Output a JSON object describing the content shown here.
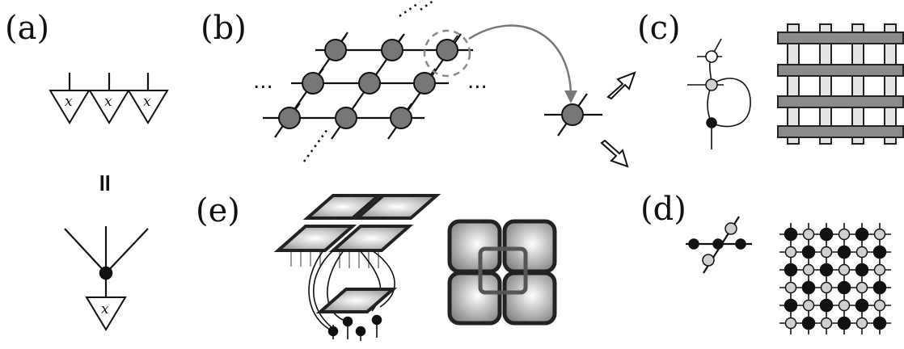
{
  "panels": {
    "a": {
      "label": "(a)",
      "tensor_symbol": "x",
      "equals": "="
    },
    "b": {
      "label": "(b)",
      "ellipsis_left": "...",
      "ellipsis_right": "..."
    },
    "c": {
      "label": "(c)"
    },
    "d": {
      "label": "(d)"
    },
    "e": {
      "label": "(e)"
    }
  },
  "colors": {
    "ink": "#111111",
    "gray_node": "#777777",
    "light_node": "#cfcfcf"
  }
}
